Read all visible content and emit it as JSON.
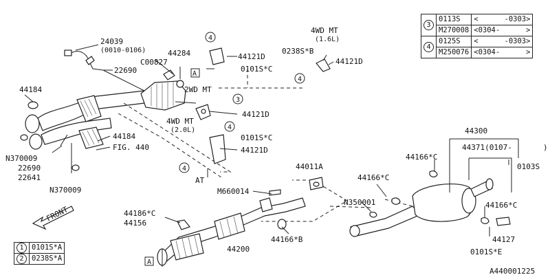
{
  "callouts": {
    "p24039": "24039",
    "p24039_range": "(0010-0106)",
    "p44284": "44284",
    "c00827": "C00827",
    "ref_a_top": "A",
    "p22690_top": "22690",
    "p44184_top": "44184",
    "p44184_mid": "44184",
    "n370009_a": "N370009",
    "p22690_bot": "22690",
    "p22641": "22641",
    "fig440": "FIG. 440",
    "n370009_b": "N370009",
    "p44121d_a": "44121D",
    "p0101sc_a": "0101S*C",
    "mt2wd": "2WD MT",
    "mt4wd_16_title": "4WD MT",
    "mt4wd_16_sub": "(1.6L)",
    "p0238sb": "0238S*B",
    "p44121d_b": "44121D",
    "circle3": "3",
    "circle4_a": "4",
    "circle4_b": "4",
    "circle4_c": "4",
    "circle4_d": "4",
    "p44121d_c": "44121D",
    "mt4wd_20_title": "4WD MT",
    "mt4wd_20_sub": "(2.0L)",
    "p0101sc_b": "0101S*C",
    "p44121d_d": "44121D",
    "at": "AT",
    "p44011a": "44011A",
    "m660014": "M660014",
    "p44186c": "44186*C",
    "p44156": "44156",
    "p44200": "44200",
    "p44166b": "44166*B",
    "ref_a_bot": "A",
    "front": "FRONT",
    "p44166c_a": "44166*C",
    "n350001": "N350001",
    "p44300": "44300",
    "p44371": "44371(0107-",
    "p44371_close": ")",
    "p44166c_b": "44166*C",
    "p0103s": "0103S",
    "p44166c_c": "44166*C",
    "p44127": "44127",
    "p0101se": "0101S*E",
    "drawing_no": "A440001225"
  },
  "legend_top": {
    "rows": [
      {
        "circle": "3",
        "parts": [
          "0113S",
          "M270008"
        ],
        "ranges": [
          "<      -0303>",
          "<0304-      >"
        ]
      },
      {
        "circle": "4",
        "parts": [
          "0125S",
          "M250076"
        ],
        "ranges": [
          "<      -0303>",
          "<0304-      >"
        ]
      }
    ]
  },
  "legend_bottom": {
    "rows": [
      {
        "circle": "1",
        "part": "0101S*A"
      },
      {
        "circle": "2",
        "part": "0238S*A"
      }
    ]
  }
}
